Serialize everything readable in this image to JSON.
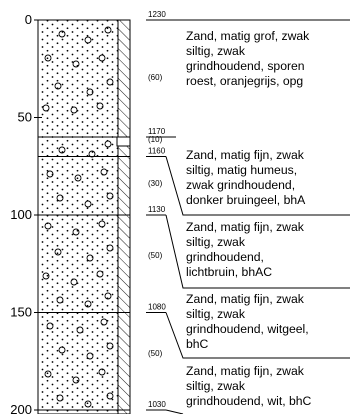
{
  "axis": {
    "depth_ticks": [
      "0",
      "50",
      "100",
      "150",
      "200"
    ]
  },
  "layers": [
    {
      "top_elevation": "1230",
      "thickness": "(60)",
      "description": [
        "Zand, matig grof, zwak",
        "siltig, zwak",
        "grindhoudend, sporen",
        "roest, oranjegrijs, opg"
      ]
    },
    {
      "top_elevation": "1170",
      "thickness": "(10)",
      "description": []
    },
    {
      "top_elevation": "1160",
      "thickness": "(30)",
      "description": [
        "Zand, matig fijn, zwak",
        "siltig, matig humeus,",
        "zwak grindhoudend,",
        "donker bruingeel, bhA"
      ]
    },
    {
      "top_elevation": "1130",
      "thickness": "(50)",
      "description": [
        "Zand, matig fijn, zwak",
        "siltig, zwak",
        "grindhoudend,",
        "lichtbruin, bhAC"
      ]
    },
    {
      "top_elevation": "1080",
      "thickness": "(50)",
      "description": [
        "Zand, matig fijn, zwak",
        "siltig, zwak",
        "grindhoudend, witgeel,",
        "bhC"
      ]
    },
    {
      "top_elevation": "1030",
      "thickness": "",
      "description": [
        "Zand, matig fijn, zwak",
        "siltig, zwak",
        "grindhoudend, wit, bhC"
      ]
    }
  ]
}
